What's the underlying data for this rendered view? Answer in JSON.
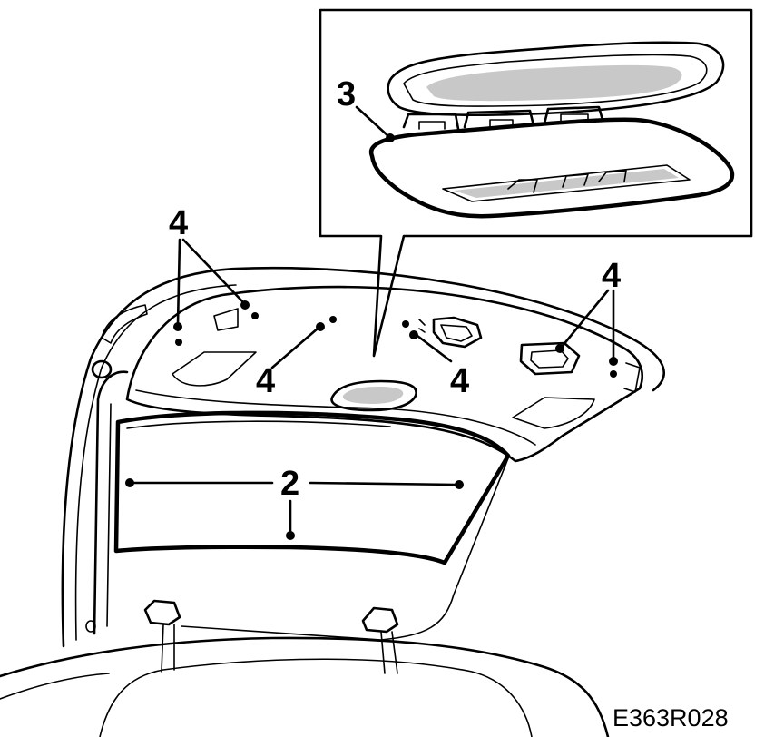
{
  "callouts": {
    "mirror_seal": "2",
    "lamp_unit": "3",
    "fastener_left": "4",
    "fastener_center_left": "4",
    "fastener_center_right": "4",
    "fastener_right": "4"
  },
  "figure_code": "E363R028"
}
